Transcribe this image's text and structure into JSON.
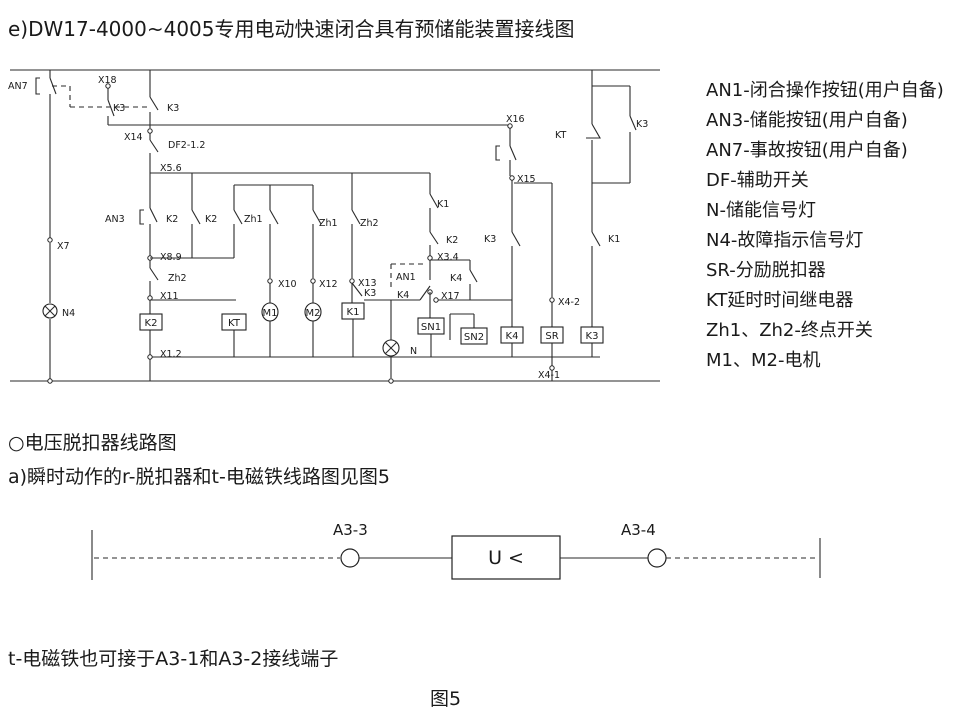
{
  "title": "e)DW17-4000~4005专用电动快速闭合具有预储能装置接线图",
  "legend": [
    "AN1-闭合操作按钮(用户自备)",
    "AN3-储能按钮(用户自备)",
    "AN7-事故按钮(用户自备)",
    "DF-辅助开关",
    "N-储能信号灯",
    "N4-故障指示信号灯",
    "SR-分励脱扣器",
    "KT延时时间继电器",
    "Zh1、Zh2-终点开关",
    "M1、M2-电机"
  ],
  "schematic": {
    "labels": {
      "an7": "AN7",
      "x18": "X18",
      "k3a": "K3",
      "k3b": "K3",
      "x14": "X14",
      "df": "DF2-1.2",
      "x56": "X5.6",
      "an3": "AN3",
      "k2a": "K2",
      "k2b": "K2",
      "zh1a": "Zh1",
      "zh1b": "Zh1",
      "zh2a": "Zh2",
      "x89": "X8.9",
      "zh2b": "Zh2",
      "x11": "X11",
      "x7": "X7",
      "n4": "N4",
      "x10": "X10",
      "x12": "X12",
      "x13": "X13",
      "k3c": "K3",
      "k1a": "K1",
      "k2c": "K2",
      "x34": "X3.4",
      "an1": "AN1",
      "k4a": "K4",
      "k4b": "K4",
      "x17": "X17",
      "x16": "X16",
      "x15": "X15",
      "k3d": "K3",
      "x42": "X4-2",
      "kt": "KT",
      "k3e": "K3",
      "k1b": "K1",
      "x12b": "X1.2",
      "n": "N",
      "x41": "X4-1"
    },
    "boxes": {
      "k2": "K2",
      "kt": "KT",
      "m1": "M1",
      "m2": "M2",
      "k1": "K1",
      "sn1": "SN1",
      "sn2": "SN2",
      "k4": "K4",
      "sr": "SR",
      "k3": "K3"
    }
  },
  "section_title": "○电压脱扣器线路图",
  "section_sub": "a)瞬时动作的r-脱扣器和t-电磁铁线路图见图5",
  "circuit": {
    "left_label": "A3-3",
    "right_label": "A3-4",
    "box_label": "U <"
  },
  "note": "t-电磁铁也可接于A3-1和A3-2接线端子",
  "caption": "图5"
}
